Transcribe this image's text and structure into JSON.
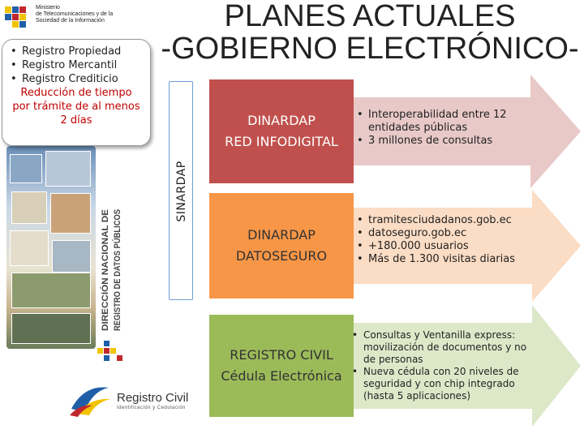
{
  "title": {
    "line1": "PLANES ACTUALES",
    "line2": "-GOBIERNO ELECTRÓNICO-"
  },
  "ministry": {
    "line1": "Ministerio",
    "line2": "de Telecomunicaciones y de la",
    "line3": "Sociedad de la Información"
  },
  "callout": {
    "items": [
      "Registro Propiedad",
      "Registro Mercantil",
      "Registro Crediticio"
    ],
    "note_line1": "Reducción de tiempo",
    "note_line2": "por trámite de al menos",
    "note_line3": "2 días"
  },
  "sidebar": {
    "vertical_title_line1": "DIRECCIÓN NACIONAL DE",
    "vertical_title_line2": "REGISTRO DE DATOS PÚBLICOS"
  },
  "strip_label": "SINARDAP",
  "rows": [
    {
      "block_line1": "DINARDAP",
      "block_line2": "RED INFODIGITAL",
      "details": [
        "Interoperabilidad entre 12 entidades públicas",
        "3 millones de consultas"
      ]
    },
    {
      "block_line1": "DINARDAP",
      "block_line2": "DATOSEGURO",
      "details": [
        "tramitesciudadanos.gob.ec",
        "datoseguro.gob.ec",
        "+180.000 usuarios",
        "Más de 1.300 visitas diarias"
      ]
    },
    {
      "block_line1": "REGISTRO CIVIL",
      "block_line2": "Cédula Electrónica",
      "details": [
        "Consultas y Ventanilla express: movilización de documentos y no de personas",
        "Nueva cédula con 20 niveles de seguridad y con chip integrado (hasta 5 aplicaciones)"
      ]
    }
  ],
  "registro_civil_logo": {
    "name": "Registro Civil",
    "tagline": "Identificación y Cedulación"
  },
  "colors": {
    "row1_block": "#c0504d",
    "row1_arrow": "#e8c9c8",
    "row2_block": "#f79646",
    "row2_arrow": "#fbdcc4",
    "row3_block": "#9bbb59",
    "row3_arrow": "#dde8c9",
    "accent_red": "#c00000",
    "strip_border": "#6d9dd6"
  }
}
